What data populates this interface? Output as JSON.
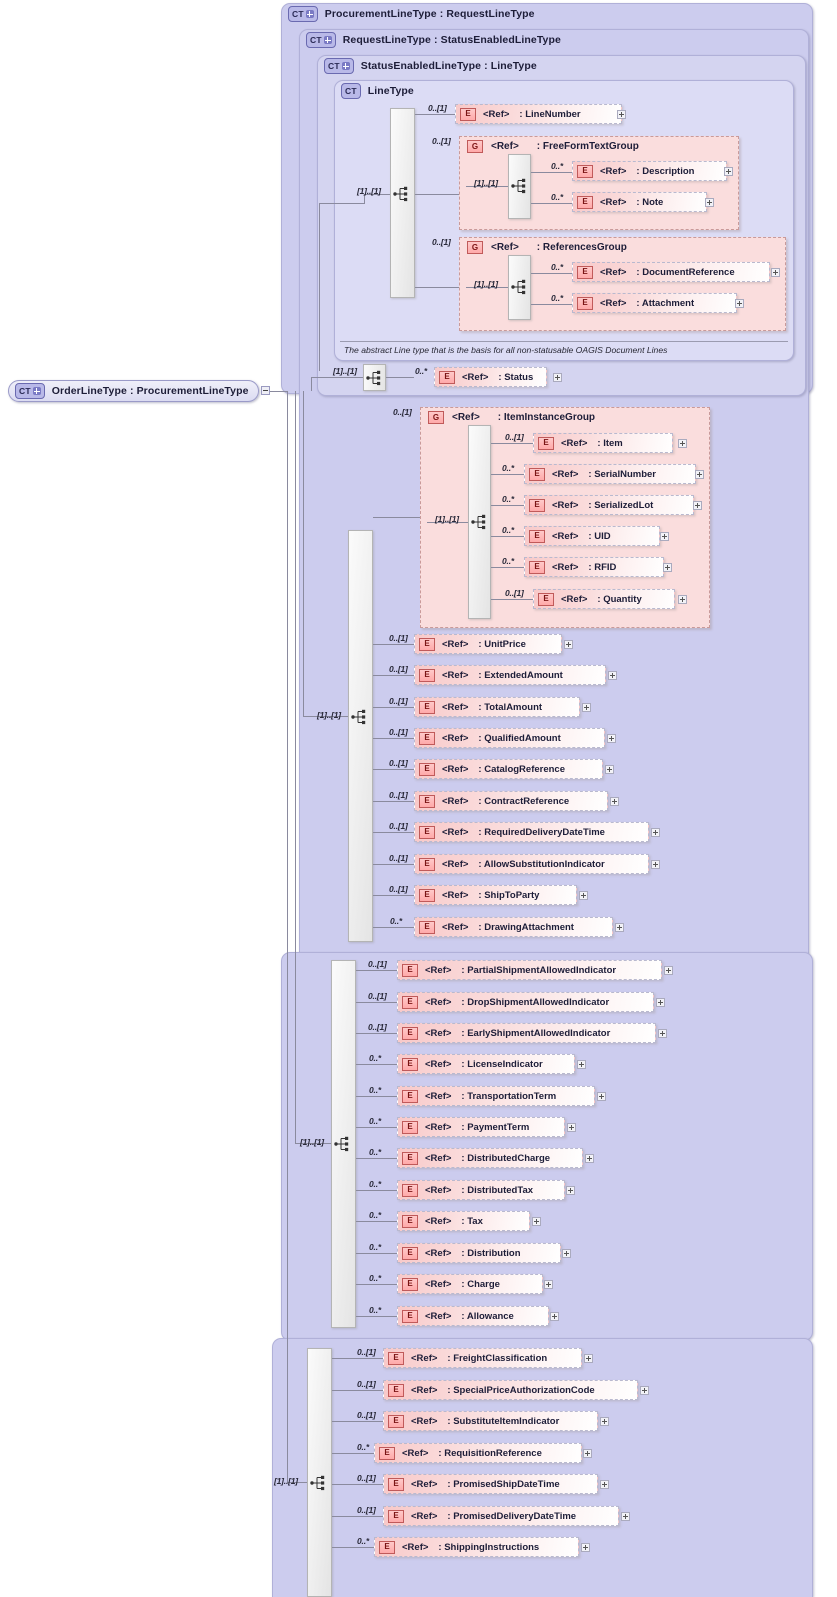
{
  "diagram": {
    "kind": "xsd-schema-tree",
    "root": {
      "tag": "CT",
      "expander": "minus",
      "label": "OrderLineType : ProcurementLineType"
    },
    "containers": [
      {
        "tag": "CT",
        "expander": "plus",
        "label": "ProcurementLineType : RequestLineType"
      },
      {
        "tag": "CT",
        "expander": "plus",
        "label": "RequestLineType : StatusEnabledLineType"
      },
      {
        "tag": "CT",
        "expander": "plus",
        "label": "StatusEnabledLineType : LineType"
      },
      {
        "tag": "CT",
        "expander": "none",
        "label": "LineType"
      }
    ],
    "annotation": "The abstract Line type that is the basis for all non-statusable OAGIS Document Lines",
    "ref_label": "<Ref>",
    "groups": [
      {
        "tag": "G",
        "ref": "<Ref>",
        "name": ": FreeFormTextGroup",
        "cardinality": "0..[1]",
        "inner_cardinality": "[1]..[1]"
      },
      {
        "tag": "G",
        "ref": "<Ref>",
        "name": ": ReferencesGroup",
        "cardinality": "0..[1]",
        "inner_cardinality": "[1]..[1]"
      },
      {
        "tag": "G",
        "ref": "<Ref>",
        "name": ": ItemInstanceGroup",
        "cardinality": "0..[1]",
        "inner_cardinality": "[1]..[1]"
      }
    ],
    "sequences": [
      {
        "name": "linetype-sequence",
        "cardinality": "[1]..[1]"
      },
      {
        "name": "freeformtextgroup-sequence",
        "cardinality": "[1]..[1]"
      },
      {
        "name": "referencesgroup-sequence",
        "cardinality": "[1]..[1]"
      },
      {
        "name": "statusenabled-sequence",
        "cardinality": "[1]..[1]"
      },
      {
        "name": "iteminstancegroup-sequence",
        "cardinality": "[1]..[1]"
      },
      {
        "name": "requestlinetype-sequence",
        "cardinality": "[1]..[1]"
      },
      {
        "name": "procurementlinetype-sequence",
        "cardinality": "[1]..[1]"
      },
      {
        "name": "orderlinetype-sequence",
        "cardinality": "[1]..[1]"
      }
    ],
    "elements": {
      "linetype": [
        {
          "tag": "E",
          "ref": "<Ref>",
          "name": ": LineNumber",
          "cardinality": "0..[1]"
        }
      ],
      "freeformtextgroup": [
        {
          "tag": "E",
          "ref": "<Ref>",
          "name": ": Description",
          "cardinality": "0..*"
        },
        {
          "tag": "E",
          "ref": "<Ref>",
          "name": ": Note",
          "cardinality": "0..*"
        }
      ],
      "referencesgroup": [
        {
          "tag": "E",
          "ref": "<Ref>",
          "name": ": DocumentReference",
          "cardinality": "0..*"
        },
        {
          "tag": "E",
          "ref": "<Ref>",
          "name": ": Attachment",
          "cardinality": "0..*"
        }
      ],
      "statusenabled": [
        {
          "tag": "E",
          "ref": "<Ref>",
          "name": ": Status",
          "cardinality": "0..*"
        }
      ],
      "iteminstancegroup": [
        {
          "tag": "E",
          "ref": "<Ref>",
          "name": ": Item",
          "cardinality": "0..[1]"
        },
        {
          "tag": "E",
          "ref": "<Ref>",
          "name": ": SerialNumber",
          "cardinality": "0..*"
        },
        {
          "tag": "E",
          "ref": "<Ref>",
          "name": ": SerializedLot",
          "cardinality": "0..*"
        },
        {
          "tag": "E",
          "ref": "<Ref>",
          "name": ": UID",
          "cardinality": "0..*"
        },
        {
          "tag": "E",
          "ref": "<Ref>",
          "name": ": RFID",
          "cardinality": "0..*"
        },
        {
          "tag": "E",
          "ref": "<Ref>",
          "name": ": Quantity",
          "cardinality": "0..[1]"
        }
      ],
      "requestlinetype": [
        {
          "tag": "E",
          "ref": "<Ref>",
          "name": ": UnitPrice",
          "cardinality": "0..[1]"
        },
        {
          "tag": "E",
          "ref": "<Ref>",
          "name": ": ExtendedAmount",
          "cardinality": "0..[1]"
        },
        {
          "tag": "E",
          "ref": "<Ref>",
          "name": ": TotalAmount",
          "cardinality": "0..[1]"
        },
        {
          "tag": "E",
          "ref": "<Ref>",
          "name": ": QualifiedAmount",
          "cardinality": "0..[1]"
        },
        {
          "tag": "E",
          "ref": "<Ref>",
          "name": ": CatalogReference",
          "cardinality": "0..[1]"
        },
        {
          "tag": "E",
          "ref": "<Ref>",
          "name": ": ContractReference",
          "cardinality": "0..[1]"
        },
        {
          "tag": "E",
          "ref": "<Ref>",
          "name": ": RequiredDeliveryDateTime",
          "cardinality": "0..[1]"
        },
        {
          "tag": "E",
          "ref": "<Ref>",
          "name": ": AllowSubstitutionIndicator",
          "cardinality": "0..[1]"
        },
        {
          "tag": "E",
          "ref": "<Ref>",
          "name": ": ShipToParty",
          "cardinality": "0..[1]"
        },
        {
          "tag": "E",
          "ref": "<Ref>",
          "name": ": DrawingAttachment",
          "cardinality": "0..*"
        }
      ],
      "procurementlinetype": [
        {
          "tag": "E",
          "ref": "<Ref>",
          "name": ": PartialShipmentAllowedIndicator",
          "cardinality": "0..[1]"
        },
        {
          "tag": "E",
          "ref": "<Ref>",
          "name": ": DropShipmentAllowedIndicator",
          "cardinality": "0..[1]"
        },
        {
          "tag": "E",
          "ref": "<Ref>",
          "name": ": EarlyShipmentAllowedIndicator",
          "cardinality": "0..[1]"
        },
        {
          "tag": "E",
          "ref": "<Ref>",
          "name": ": LicenseIndicator",
          "cardinality": "0..*"
        },
        {
          "tag": "E",
          "ref": "<Ref>",
          "name": ": TransportationTerm",
          "cardinality": "0..*"
        },
        {
          "tag": "E",
          "ref": "<Ref>",
          "name": ": PaymentTerm",
          "cardinality": "0..*"
        },
        {
          "tag": "E",
          "ref": "<Ref>",
          "name": ": DistributedCharge",
          "cardinality": "0..*"
        },
        {
          "tag": "E",
          "ref": "<Ref>",
          "name": ": DistributedTax",
          "cardinality": "0..*"
        },
        {
          "tag": "E",
          "ref": "<Ref>",
          "name": ": Tax",
          "cardinality": "0..*"
        },
        {
          "tag": "E",
          "ref": "<Ref>",
          "name": ": Distribution",
          "cardinality": "0..*"
        },
        {
          "tag": "E",
          "ref": "<Ref>",
          "name": ": Charge",
          "cardinality": "0..*"
        },
        {
          "tag": "E",
          "ref": "<Ref>",
          "name": ": Allowance",
          "cardinality": "0..*"
        }
      ],
      "orderlinetype": [
        {
          "tag": "E",
          "ref": "<Ref>",
          "name": ": FreightClassification",
          "cardinality": "0..[1]"
        },
        {
          "tag": "E",
          "ref": "<Ref>",
          "name": ": SpecialPriceAuthorizationCode",
          "cardinality": "0..[1]"
        },
        {
          "tag": "E",
          "ref": "<Ref>",
          "name": ": SubstituteItemIndicator",
          "cardinality": "0..[1]"
        },
        {
          "tag": "E",
          "ref": "<Ref>",
          "name": ": RequisitionReference",
          "cardinality": "0..*"
        },
        {
          "tag": "E",
          "ref": "<Ref>",
          "name": ": PromisedShipDateTime",
          "cardinality": "0..[1]"
        },
        {
          "tag": "E",
          "ref": "<Ref>",
          "name": ": PromisedDeliveryDateTime",
          "cardinality": "0..[1]"
        },
        {
          "tag": "E",
          "ref": "<Ref>",
          "name": ": ShippingInstructions",
          "cardinality": "0..*"
        }
      ]
    },
    "colors": {
      "container_bg": "#ccccee",
      "group_bg": "#fadddd",
      "element_border": "#b9b9cf",
      "tag_border": "#c05a5a",
      "line": "#8a8a9e"
    }
  }
}
